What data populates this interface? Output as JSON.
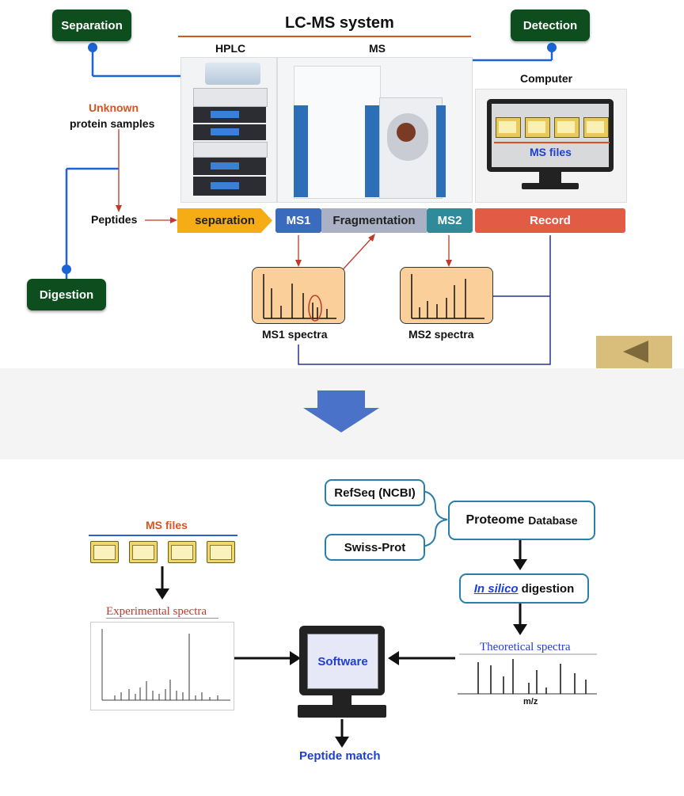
{
  "top": {
    "title": "LC-MS system",
    "separation_btn": "Separation",
    "detection_btn": "Detection",
    "digestion_btn": "Digestion",
    "hplc_label": "HPLC",
    "ms_label": "MS",
    "computer_label": "Computer",
    "ms_files_label": "MS files",
    "unknown_label": "Unknown",
    "protein_samples_label": "protein samples",
    "peptides_label": "Peptides",
    "pipeline": {
      "separation": "separation",
      "ms1": "MS1",
      "fragmentation": "Fragmentation",
      "ms2": "MS2",
      "record": "Record"
    },
    "ms1_spectra_label": "MS1 spectra",
    "ms2_spectra_label": "MS2 spectra",
    "colors": {
      "green": "#0e4d1e",
      "blue_line": "#1a64d8",
      "red_text": "#d9531e",
      "navy_line": "#27358f"
    }
  },
  "bottom": {
    "ms_files_title": "MS files",
    "experimental_spectra_label": "Experimental spectra",
    "software_label": "Software",
    "peptide_match_label": "Peptide match",
    "refseq_label": "RefSeq (NCBI)",
    "swissprot_label": "Swiss-Prot",
    "proteome_db_main": "Proteome",
    "proteome_db_sub": "Database",
    "in_silico_label": "In silico",
    "digestion_label": "digestion",
    "theoretical_spectra_label": "Theoretical spectra",
    "mz_label": "m/z"
  },
  "icons": [
    "back-arrow-icon",
    "down-arrow-icon",
    "folder-icon",
    "computer-icon"
  ]
}
